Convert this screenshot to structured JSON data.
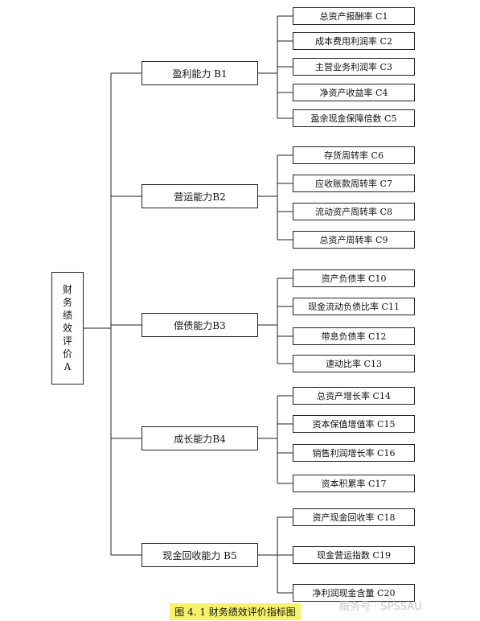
{
  "root": {
    "label": "财务绩效评价A",
    "lines": [
      "财",
      "务",
      "绩",
      "效",
      "评",
      "价",
      "A"
    ]
  },
  "branches": [
    {
      "label": "盈利能力 B1",
      "children": [
        "总资产报酬率 C1",
        "成本费用利润率 C2",
        "主营业务利润率 C3",
        "净资产收益率 C4",
        "盈余现金保障倍数 C5"
      ]
    },
    {
      "label": "营运能力B2",
      "children": [
        "存货周转率 C6",
        "应收账款周转率 C7",
        "流动资产周转率 C8",
        "总资产周转率 C9"
      ]
    },
    {
      "label": "偿债能力B3",
      "children": [
        "资产负债率 C10",
        "现金流动负债比率 C11",
        "带息负债率 C12",
        "速动比率 C13"
      ]
    },
    {
      "label": "成长能力B4",
      "children": [
        "总资产增长率 C14",
        "资本保值增值率 C15",
        "销售利润增长率 C16",
        "资本积累率 C17"
      ]
    },
    {
      "label": "现金回收能力 B5",
      "children": [
        "资产现金回收率 C18",
        "现金营运指数 C19",
        "净利润现金含量 C20"
      ]
    }
  ],
  "caption": "图 4. 1  财务绩效评价指标图",
  "watermark": "服务号 · SPSSAU"
}
